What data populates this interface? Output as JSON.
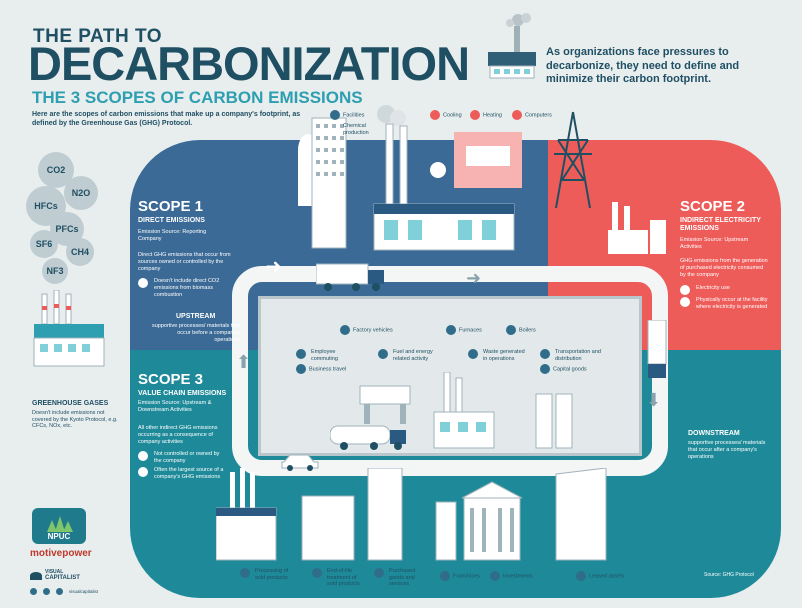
{
  "header": {
    "pre_title": "THE PATH TO",
    "title": "DECARBONIZATION",
    "subtitle": "THE 3 SCOPES OF CARBON EMISSIONS",
    "intro": "Here are the scopes of carbon emissions that make up a company's footprint, as defined by the Greenhouse Gas (GHG) Protocol.",
    "tagline": "As organizations face pressures to decarbonize, they need to define and minimize their carbon footprint."
  },
  "gases": {
    "co2": "CO2",
    "n2o": "N2O",
    "hfcs": "HFCs",
    "pfcs": "PFCs",
    "sf6": "SF6",
    "ch4": "CH4",
    "nf3": "NF3",
    "heading": "GREENHOUSE GASES",
    "note": "Doesn't include emissions not covered by the Kyoto Protocol, e.g. CFCs, NOx, etc."
  },
  "scope1": {
    "title": "SCOPE 1",
    "subtitle": "DIRECT EMISSIONS",
    "source": "Emission Source: Reporting Company",
    "desc": "Direct GHG emissions that occur from sources owned or controlled by the company",
    "bullet": "Doesn't include direct CO2 emissions from biomass combustion"
  },
  "scope2": {
    "title": "SCOPE 2",
    "subtitle": "INDIRECT ELECTRICITY EMISSIONS",
    "source": "Emission Source: Upstream Activities",
    "desc": "GHG emissions from the generation of purchased electricity consumed by the company",
    "bullet1": "Electricity use",
    "bullet2": "Physically occur at the facility where electricity is generated"
  },
  "scope3": {
    "title": "SCOPE 3",
    "subtitle": "VALUE CHAIN EMISSIONS",
    "source": "Emission Source: Upstream & Downstream Activities",
    "desc": "All other indirect GHG emissions occurring as a consequence of company activities",
    "bullet1": "Not controlled or owned by the company",
    "bullet2": "Often the largest source of a company's GHG emissions"
  },
  "upstream": {
    "title": "UPSTREAM",
    "desc": "supportive processes/ materials that occur before a company's operations"
  },
  "downstream": {
    "title": "DOWNSTREAM",
    "desc": "supportive processes/ materials that occur after a company's operations"
  },
  "top_labels": {
    "facilities": "Facilities",
    "chemical": "Chemical production",
    "cooling": "Cooling",
    "heating": "Heating",
    "computers": "Computers"
  },
  "mid_labels": {
    "factory_vehicles": "Factory vehicles",
    "furnaces": "Furnaces",
    "boilers": "Boilers"
  },
  "inner_labels": {
    "commuting": "Employee commuting",
    "business_travel": "Business travel",
    "fuel": "Fuel and energy related activity",
    "waste": "Waste generated in operations",
    "transport": "Transportation and distribution",
    "capital": "Capital goods"
  },
  "bottom_labels": {
    "processing": "Processing of sold products",
    "end_of_life": "End-of-life treatment of sold products",
    "purchased": "Purchased goods and services",
    "franchises": "Franchises",
    "investments": "Investments",
    "leased": "Leased assets"
  },
  "footer": {
    "source": "Source: GHG Protocol",
    "npuc": "NPUC",
    "motive": "motivepower",
    "vc1": "VISUAL",
    "vc2": "CAPITALIST",
    "social": "visualcapitalist"
  },
  "colors": {
    "navy": "#1f4f63",
    "scope1": "#3b6a96",
    "scope2": "#ee5c5a",
    "scope3": "#1e8a99",
    "teal_text": "#2d9fb0"
  }
}
